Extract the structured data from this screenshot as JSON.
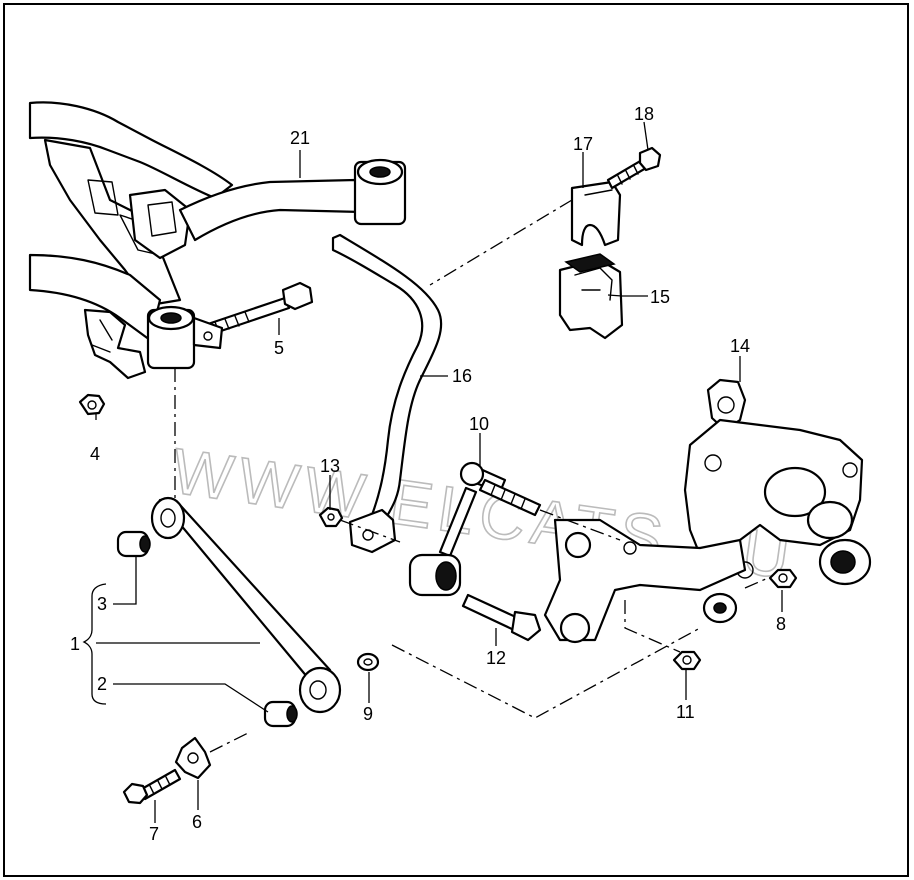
{
  "diagram": {
    "watermark": "WWW.ELCATS.RU",
    "callouts": [
      {
        "id": "c1",
        "label": "1"
      },
      {
        "id": "c2",
        "label": "2"
      },
      {
        "id": "c3",
        "label": "3"
      },
      {
        "id": "c4",
        "label": "4"
      },
      {
        "id": "c5",
        "label": "5"
      },
      {
        "id": "c6",
        "label": "6"
      },
      {
        "id": "c7",
        "label": "7"
      },
      {
        "id": "c8",
        "label": "8"
      },
      {
        "id": "c9",
        "label": "9"
      },
      {
        "id": "c10",
        "label": "10"
      },
      {
        "id": "c11",
        "label": "11"
      },
      {
        "id": "c12",
        "label": "12"
      },
      {
        "id": "c13",
        "label": "13"
      },
      {
        "id": "c14",
        "label": "14"
      },
      {
        "id": "c15",
        "label": "15"
      },
      {
        "id": "c16",
        "label": "16"
      },
      {
        "id": "c17",
        "label": "17"
      },
      {
        "id": "c18",
        "label": "18"
      },
      {
        "id": "c21",
        "label": "21"
      }
    ]
  }
}
